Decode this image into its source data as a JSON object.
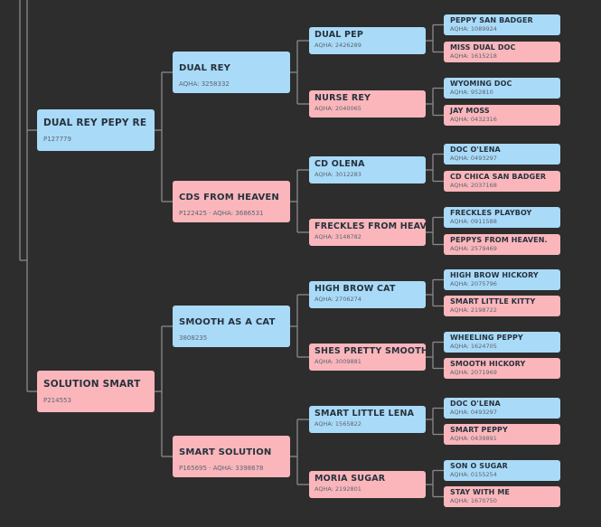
{
  "colors": {
    "male": "#a9daf8",
    "female": "#fab6bb",
    "line": "#8a8a8a",
    "background": "#2d2d2d"
  },
  "gen1": [
    {
      "id": "dual-rey-pepy-re",
      "name": "DUAL REY PEPY RE",
      "reg": "P127779",
      "sex": "m"
    },
    {
      "id": "solution-smart",
      "name": "SOLUTION SMART",
      "reg": "P214553",
      "sex": "f"
    }
  ],
  "gen2": [
    {
      "id": "dual-rey",
      "name": "DUAL REY",
      "reg": "AQHA: 3258332",
      "sex": "m"
    },
    {
      "id": "cds-from-heaven",
      "name": "CDS FROM HEAVEN",
      "reg": "P122425 · AQHA: 3686531",
      "sex": "f"
    },
    {
      "id": "smooth-as-a-cat",
      "name": "SMOOTH AS A CAT",
      "reg": "3808235",
      "sex": "m"
    },
    {
      "id": "smart-solution",
      "name": "SMART SOLUTION",
      "reg": "P165695 · AQHA: 3398678",
      "sex": "f"
    }
  ],
  "gen3": [
    {
      "id": "dual-pep",
      "name": "DUAL PEP",
      "reg": "AQHA: 2426289",
      "sex": "m"
    },
    {
      "id": "nurse-rey",
      "name": "NURSE REY",
      "reg": "AQHA: 2040065",
      "sex": "f"
    },
    {
      "id": "cd-olena",
      "name": "CD OLENA",
      "reg": "AQHA: 3012283",
      "sex": "m"
    },
    {
      "id": "freckles-from-heaven",
      "name": "FRECKLES FROM HEAVEN",
      "reg": "AQHA: 3148782",
      "sex": "f"
    },
    {
      "id": "high-brow-cat",
      "name": "HIGH BROW CAT",
      "reg": "AQHA: 2706274",
      "sex": "m"
    },
    {
      "id": "shes-pretty-smooth",
      "name": "SHES PRETTY SMOOTH",
      "reg": "AQHA: 3009881",
      "sex": "f"
    },
    {
      "id": "smart-little-lena",
      "name": "SMART LITTLE LENA",
      "reg": "AQHA: 1565822",
      "sex": "m"
    },
    {
      "id": "moria-sugar",
      "name": "MORIA SUGAR",
      "reg": "AQHA: 2192801",
      "sex": "f"
    }
  ],
  "gen4": [
    {
      "id": "peppy-san-badger",
      "name": "PEPPY SAN BADGER",
      "reg": "AQHA: 1089924",
      "sex": "m"
    },
    {
      "id": "miss-dual-doc",
      "name": "MISS DUAL DOC",
      "reg": "AQHA: 1615218",
      "sex": "f"
    },
    {
      "id": "wyoming-doc",
      "name": "WYOMING DOC",
      "reg": "AQHA: 952810",
      "sex": "m"
    },
    {
      "id": "jay-moss",
      "name": "JAY MOSS",
      "reg": "AQHA: 0432316",
      "sex": "f"
    },
    {
      "id": "doc-olena-1",
      "name": "DOC O'LENA",
      "reg": "AQHA: 0493297",
      "sex": "m"
    },
    {
      "id": "cd-chica-san-badger",
      "name": "CD CHICA SAN BADGER",
      "reg": "AQHA: 2037168",
      "sex": "f"
    },
    {
      "id": "freckles-playboy",
      "name": "FRECKLES PLAYBOY",
      "reg": "AQHA: 0911588",
      "sex": "m"
    },
    {
      "id": "peppys-from-heaven",
      "name": "PEPPYS FROM HEAVEN.",
      "reg": "AQHA: 2579469",
      "sex": "f"
    },
    {
      "id": "high-brow-hickory",
      "name": "HIGH BROW HICKORY",
      "reg": "AQHA: 2075796",
      "sex": "m"
    },
    {
      "id": "smart-little-kitty",
      "name": "SMART LITTLE KITTY",
      "reg": "AQHA: 2198722",
      "sex": "f"
    },
    {
      "id": "wheeling-peppy",
      "name": "WHEELING PEPPY",
      "reg": "AQHA: 1624705",
      "sex": "m"
    },
    {
      "id": "smooth-hickory",
      "name": "SMOOTH HICKORY",
      "reg": "AQHA: 2071969",
      "sex": "f"
    },
    {
      "id": "doc-olena-2",
      "name": "DOC O'LENA",
      "reg": "AQHA: 0493297",
      "sex": "m"
    },
    {
      "id": "smart-peppy",
      "name": "SMART PEPPY",
      "reg": "AQHA: 0439891",
      "sex": "f"
    },
    {
      "id": "son-o-sugar",
      "name": "SON O SUGAR",
      "reg": "AQHA: 0155254",
      "sex": "m"
    },
    {
      "id": "stay-with-me",
      "name": "STAY WITH ME",
      "reg": "AQHA: 1670750",
      "sex": "f"
    }
  ]
}
